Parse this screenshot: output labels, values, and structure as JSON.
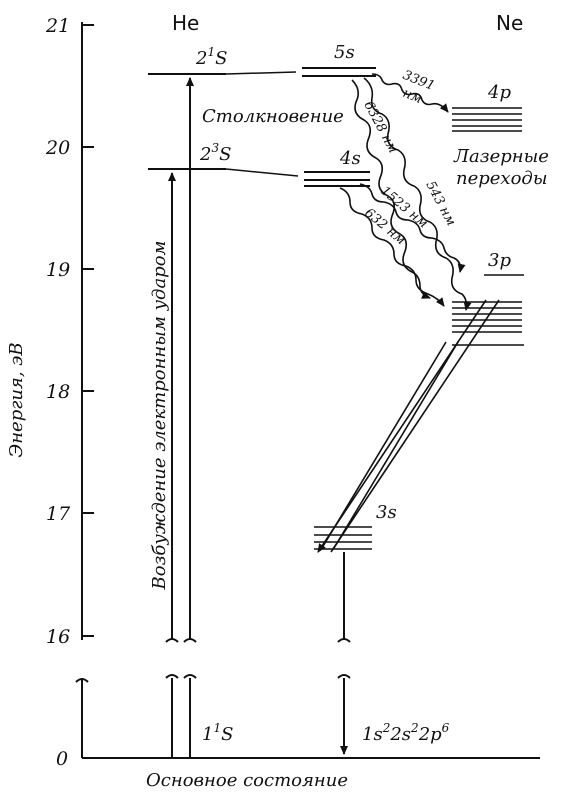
{
  "axis": {
    "ylabel": "Энергия, эВ",
    "ticks": [
      "21",
      "20",
      "19",
      "18",
      "17",
      "16",
      "0"
    ]
  },
  "elements": {
    "he": "He",
    "ne": "Ne"
  },
  "he": {
    "ground": "1",
    "ground_sup": "1",
    "ground_letter": "S",
    "level_2_1S": "2",
    "level_2_1S_sup": "1",
    "level_2_1S_letter": "S",
    "level_2_3S": "2",
    "level_2_3S_sup": "3",
    "level_2_3S_letter": "S",
    "excitation": "Возбуждение электронным ударом",
    "collision": "Столкновение"
  },
  "ne": {
    "level_5s": "5s",
    "level_4s": "4s",
    "level_4p": "4p",
    "level_3p": "3p",
    "level_3s": "3s",
    "ground_parts": [
      "1s",
      "2",
      "2s",
      "2",
      "2p",
      "6"
    ]
  },
  "transitions": {
    "t3391": "3391",
    "t3391_unit": "нм",
    "t6328": "6328 нм",
    "t543": "543 нм",
    "t1523": "1523 нм",
    "t632": "632 нм"
  },
  "laser_label": {
    "line1": "Лазерные",
    "line2": "переходы"
  },
  "footer": "Основное состояние"
}
